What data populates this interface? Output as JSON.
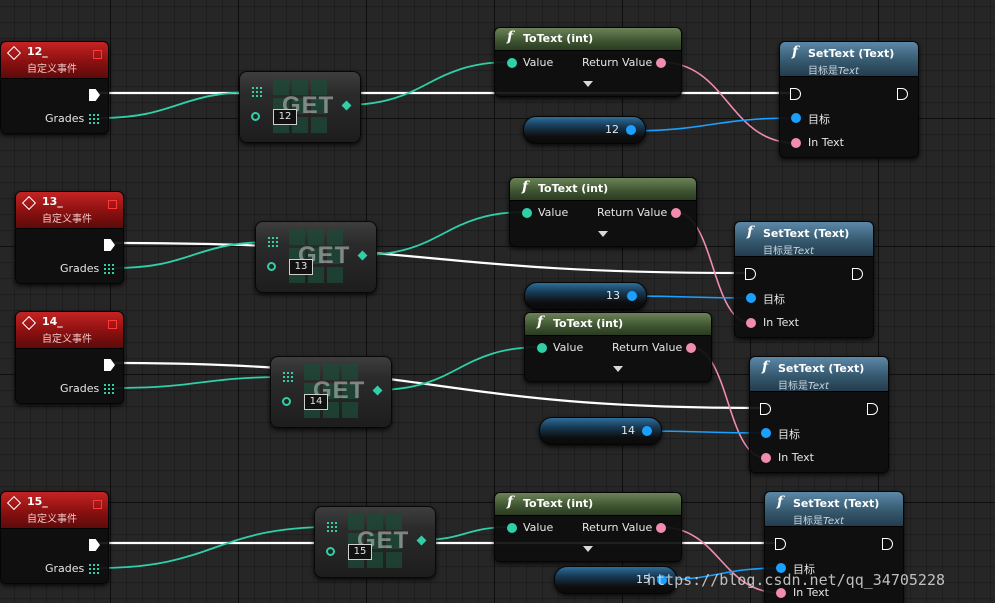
{
  "events": [
    {
      "title": "12_",
      "subtitle": "自定义事件",
      "pin_label": "Grades"
    },
    {
      "title": "13_",
      "subtitle": "自定义事件",
      "pin_label": "Grades"
    },
    {
      "title": "14_",
      "subtitle": "自定义事件",
      "pin_label": "Grades"
    },
    {
      "title": "15_",
      "subtitle": "自定义事件",
      "pin_label": "Grades"
    }
  ],
  "get_nodes": [
    {
      "label": "GET",
      "index": "12"
    },
    {
      "label": "GET",
      "index": "13"
    },
    {
      "label": "GET",
      "index": "14"
    },
    {
      "label": "GET",
      "index": "15"
    }
  ],
  "totext_nodes": [
    {
      "title": "ToText (int)",
      "input_label": "Value",
      "output_label": "Return Value"
    },
    {
      "title": "ToText (int)",
      "input_label": "Value",
      "output_label": "Return Value"
    },
    {
      "title": "ToText (int)",
      "input_label": "Value",
      "output_label": "Return Value"
    },
    {
      "title": "ToText (int)",
      "input_label": "Value",
      "output_label": "Return Value"
    }
  ],
  "settext_nodes": [
    {
      "title": "SetText (Text)",
      "subtitle_prefix": "目标是",
      "subtitle_target": "Text",
      "target_label": "目标",
      "in_text_label": "In Text"
    },
    {
      "title": "SetText (Text)",
      "subtitle_prefix": "目标是",
      "subtitle_target": "Text",
      "target_label": "目标",
      "in_text_label": "In Text"
    },
    {
      "title": "SetText (Text)",
      "subtitle_prefix": "目标是",
      "subtitle_target": "Text",
      "target_label": "目标",
      "in_text_label": "In Text"
    },
    {
      "title": "SetText (Text)",
      "subtitle_prefix": "目标是",
      "subtitle_target": "Text",
      "target_label": "目标",
      "in_text_label": "In Text"
    }
  ],
  "variable_nodes": [
    {
      "label": "12"
    },
    {
      "label": "13"
    },
    {
      "label": "14"
    },
    {
      "label": "15"
    }
  ],
  "watermark": "https://blog.csdn.net/qq_34705228",
  "colors": {
    "exec_wire": "#ffffff",
    "int_wire": "#2fd0a8",
    "text_wire": "#f08cb0",
    "object_wire": "#1aa0ff",
    "event_header": "#8a1010",
    "settext_header": "#36596f",
    "totext_header": "#3d5430"
  },
  "icons": {
    "event": "event-diamond-icon",
    "function": "function-f-icon",
    "array_pin": "array-grid-icon",
    "exec_pin": "exec-arrow-icon",
    "advanced_display": "chevron-down-icon"
  }
}
